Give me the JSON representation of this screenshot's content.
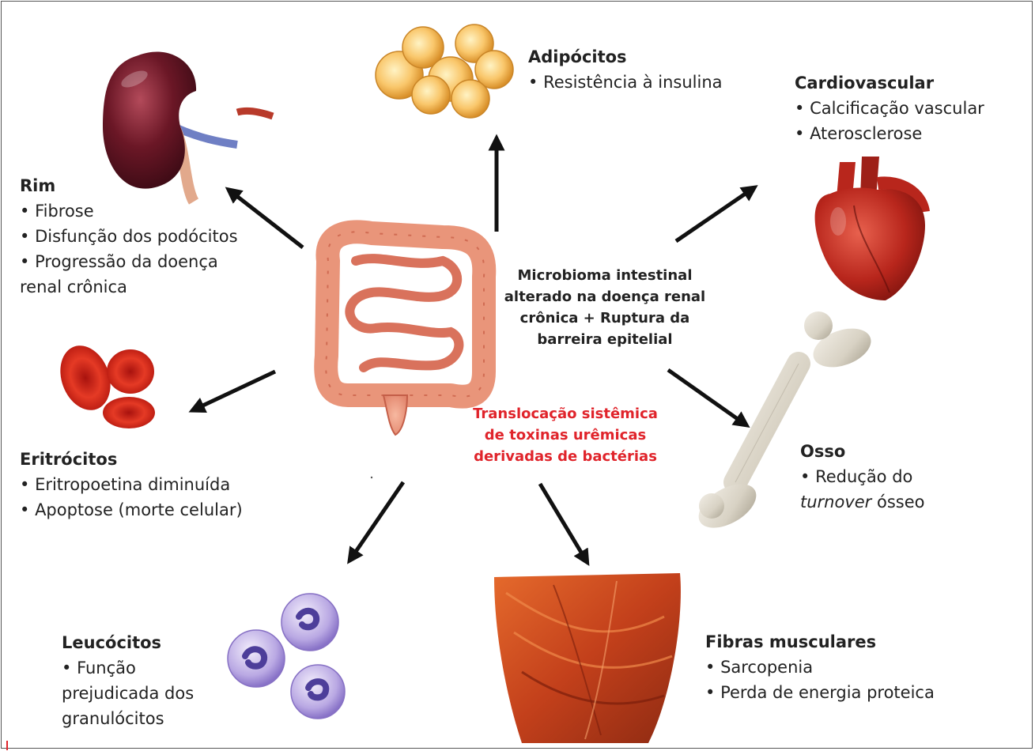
{
  "center": {
    "main_lines": [
      "Microbioma intestinal",
      "alterado na doença renal",
      "crônica + Ruptura da",
      "barreira epitelial"
    ],
    "red_lines": [
      "Translocação sistêmica",
      "de toxinas urêmicas",
      "derivadas de bactérias"
    ]
  },
  "organs": {
    "adipocitos": {
      "title": "Adipócitos",
      "items": [
        "Resistência à insulina"
      ]
    },
    "cardiovascular": {
      "title": "Cardiovascular",
      "items": [
        "Calcificação vascular",
        "Aterosclerose"
      ]
    },
    "rim": {
      "title": "Rim",
      "items": [
        "Fibrose",
        "Disfunção dos podócitos",
        "Progressão da doença"
      ],
      "continuation": "renal crônica"
    },
    "eritrocitos": {
      "title": "Eritrócitos",
      "items": [
        "Eritropoetina diminuída",
        "Apoptose (morte celular)"
      ]
    },
    "osso": {
      "title": "Osso",
      "items": [
        "Redução do"
      ],
      "italic_word": "turnover",
      "tail": " ósseo"
    },
    "leucocitos": {
      "title": "Leucócitos",
      "items": [
        "Função"
      ],
      "continuation_lines": [
        "prejudicada dos",
        "granulócitos"
      ]
    },
    "fibras": {
      "title": "Fibras musculares",
      "items": [
        "Sarcopenia",
        "Perda de energia proteica"
      ]
    }
  },
  "colors": {
    "highlight_red": "#e0242b",
    "arrow": "#111111",
    "text": "#222222"
  }
}
